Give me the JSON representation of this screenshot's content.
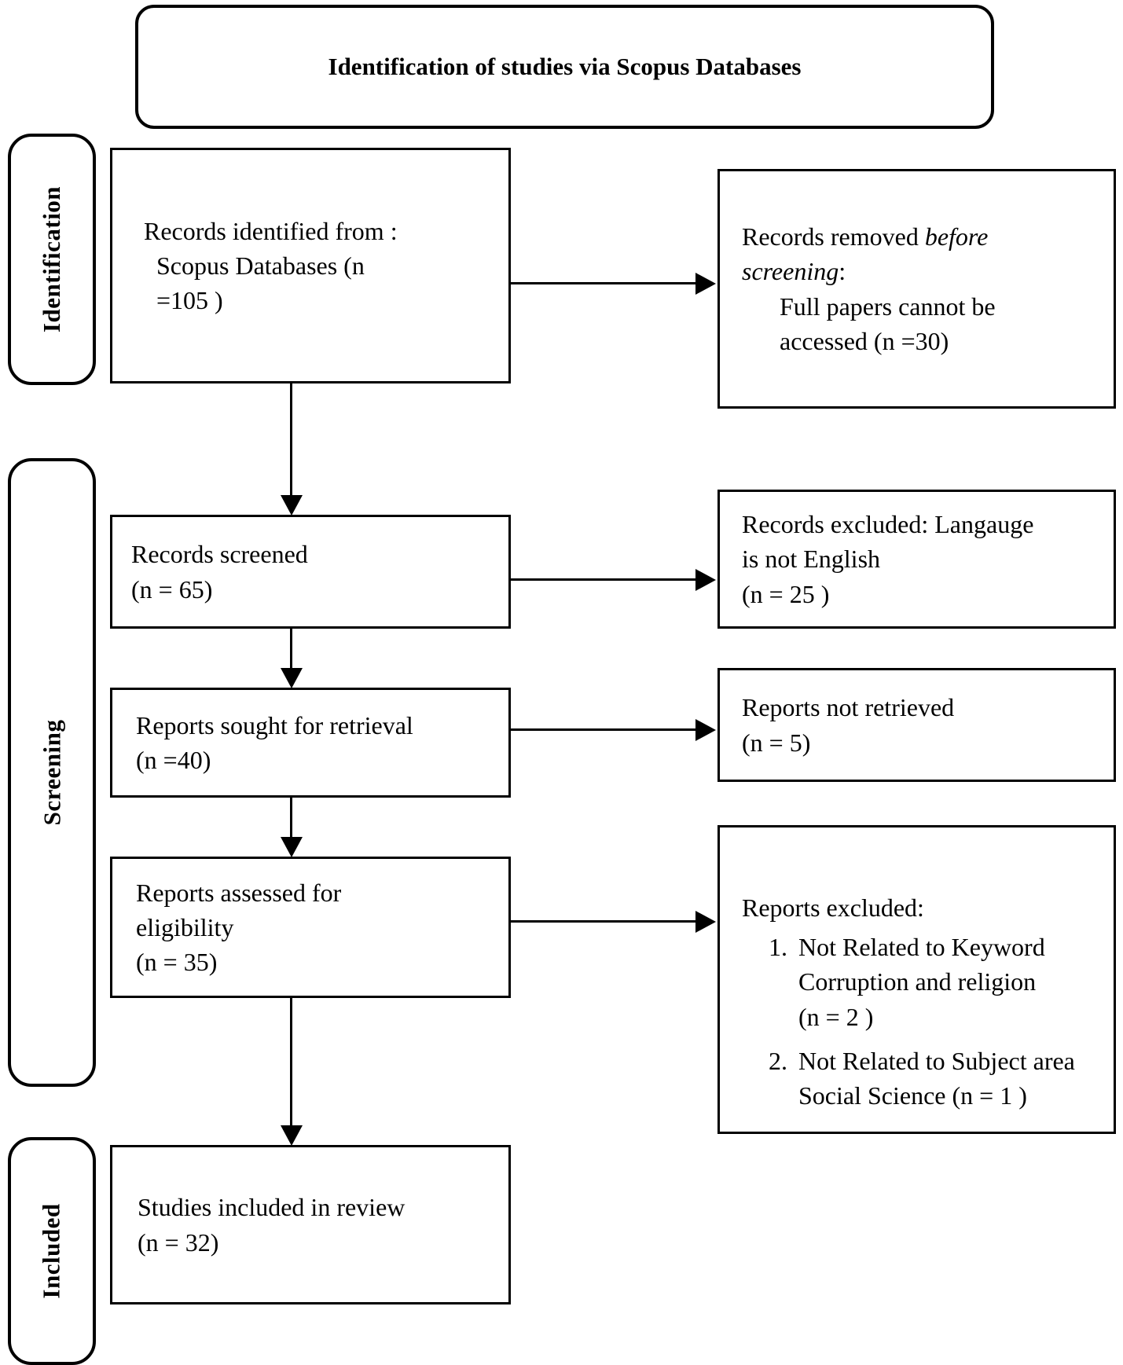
{
  "title": "Identification of studies via Scopus Databases",
  "sidebar": {
    "identification": "Identification",
    "screening": "Screening",
    "included": "Included"
  },
  "flow": {
    "records_identified": "Records identified from :\n  Scopus Databases (n\n  =105 )",
    "records_screened": "Records screened\n(n = 65)",
    "reports_sought": "Reports sought for retrieval\n(n =40)",
    "reports_assessed": "Reports assessed for\neligibility\n(n = 35)",
    "studies_included": "Studies included in review\n(n = 32)"
  },
  "exclusions": {
    "records_removed": {
      "prefix": "Records removed ",
      "italic": "before screening",
      "suffix": ":",
      "detail": "Full papers cannot be accessed (n =30)"
    },
    "records_excluded_language": "Records excluded: Langauge\nis not English\n(n = 25 )",
    "reports_not_retrieved": "Reports not retrieved\n(n = 5)",
    "reports_excluded": {
      "heading": "Reports excluded:",
      "items": [
        "Not Related to Keyword\nCorruption and religion\n(n = 2 )",
        "Not Related to Subject area\nSocial Science (n = 1 )"
      ]
    }
  }
}
